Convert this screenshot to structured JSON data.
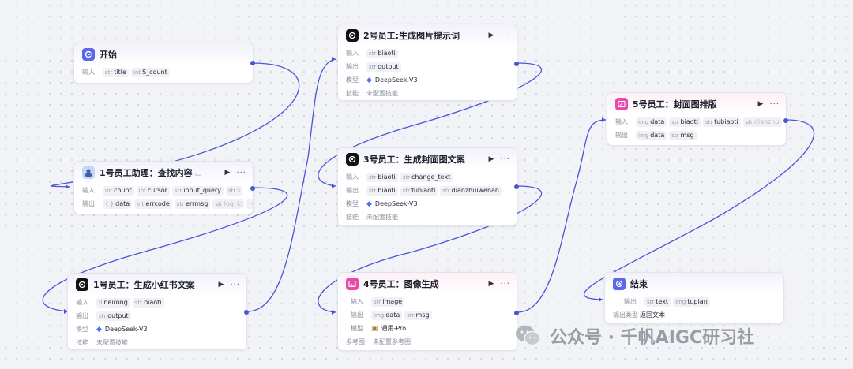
{
  "colors": {
    "edge": "#4a55d6",
    "accent": "#5a67e8",
    "pink": "#e94aa8"
  },
  "nodes": {
    "start": {
      "title": "开始",
      "in_label": "输入",
      "inputs": [
        {
          "t": "str",
          "n": "title"
        },
        {
          "t": "int",
          "n": "S_count"
        }
      ]
    },
    "n1a": {
      "title": "1号员工助理：查找内容",
      "in_label": "输入",
      "out_label": "输出",
      "inputs": [
        {
          "t": "int",
          "n": "count"
        },
        {
          "t": "int",
          "n": "cursor"
        },
        {
          "t": "str",
          "n": "input_query"
        },
        {
          "t": "str",
          "n": "s"
        }
      ],
      "outputs": [
        {
          "t": "{ }",
          "n": "data"
        },
        {
          "t": "int",
          "n": "errcode"
        },
        {
          "t": "str",
          "n": "errmsg"
        },
        {
          "t": "str",
          "n": "log_ic"
        }
      ]
    },
    "n1": {
      "title": "1号员工：生成小红书文案",
      "in_label": "输入",
      "out_label": "输出",
      "model_label": "模型",
      "skill_label": "技能",
      "inputs": [
        {
          "t": "fl",
          "n": "neirong"
        },
        {
          "t": "str",
          "n": "biaoti"
        }
      ],
      "outputs": [
        {
          "t": "str",
          "n": "output"
        }
      ],
      "model": "DeepSeek-V3",
      "skill": "未配置技能"
    },
    "n2": {
      "title": "2号员工:生成图片提示词",
      "in_label": "输入",
      "out_label": "输出",
      "model_label": "模型",
      "skill_label": "技能",
      "inputs": [
        {
          "t": "str",
          "n": "biaoti"
        }
      ],
      "outputs": [
        {
          "t": "str",
          "n": "output"
        }
      ],
      "model": "DeepSeek-V3",
      "skill": "未配置技能"
    },
    "n3": {
      "title": "3号员工：生成封面图文案",
      "in_label": "输入",
      "out_label": "输出",
      "model_label": "模型",
      "skill_label": "技能",
      "inputs": [
        {
          "t": "str",
          "n": "biaoti"
        },
        {
          "t": "str",
          "n": "change_text"
        }
      ],
      "outputs": [
        {
          "t": "str",
          "n": "biaoti"
        },
        {
          "t": "str",
          "n": "fubiaoti"
        },
        {
          "t": "str",
          "n": "dianzhuiwenan"
        }
      ],
      "model": "DeepSeek-V3",
      "skill": "未配置技能"
    },
    "n4": {
      "title": "4号员工：图像生成",
      "in_label": "输入",
      "out_label": "输出",
      "model_label": "模型",
      "ref_label": "参考图",
      "inputs": [
        {
          "t": "str",
          "n": "image"
        }
      ],
      "outputs": [
        {
          "t": "img",
          "n": "data"
        },
        {
          "t": "str",
          "n": "msg"
        }
      ],
      "model": "通用-Pro",
      "ref": "未配置参考图"
    },
    "n5": {
      "title": "5号员工：封面图排版",
      "in_label": "输入",
      "out_label": "输出",
      "inputs": [
        {
          "t": "img",
          "n": "data"
        },
        {
          "t": "str",
          "n": "biaoti"
        },
        {
          "t": "str",
          "n": "fubiaoti"
        },
        {
          "t": "str",
          "n": "dianzhu"
        }
      ],
      "outputs": [
        {
          "t": "img",
          "n": "data"
        },
        {
          "t": "str",
          "n": "msg"
        }
      ]
    },
    "end": {
      "title": "结束",
      "out_label": "输出",
      "type_label": "输出类型",
      "outputs": [
        {
          "t": "str",
          "n": "text"
        },
        {
          "t": "img",
          "n": "tupian"
        }
      ],
      "type": "返回文本"
    }
  },
  "watermark": "公众号 · 千帆AIGC研习社"
}
